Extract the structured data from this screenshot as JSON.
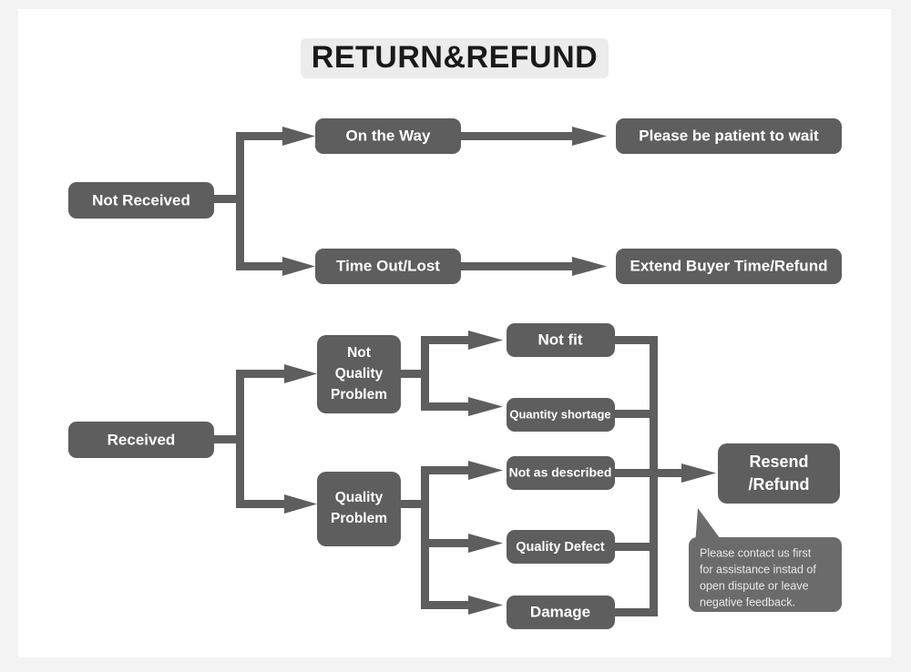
{
  "title": {
    "text": "RETURN&REFUND",
    "background": "#ececec",
    "color": "#1a1a1a"
  },
  "theme": {
    "page_background": "#f3f3f3",
    "canvas_background": "#ffffff",
    "node_fill": "#5e5e5e",
    "connector_color": "#5e5e5e",
    "node_text_color": "#ffffff",
    "callout_fill": "#6b6b6b",
    "callout_text_color": "#e8e8e8"
  },
  "chart_data": {
    "type": "diagram",
    "title": "RETURN&REFUND",
    "diagram_kind": "flowchart",
    "orientation": "left-to-right",
    "branches": [
      {
        "root": "Not Received",
        "children": [
          {
            "label": "On the Way",
            "outcome": "Please be patient to wait"
          },
          {
            "label": "Time Out/Lost",
            "outcome": "Extend Buyer Time/Refund"
          }
        ]
      },
      {
        "root": "Received",
        "children": [
          {
            "label": "Not Quality Problem",
            "reasons": [
              "Not fit",
              "Quantity shortage"
            ],
            "outcome": "Resend /Refund"
          },
          {
            "label": "Quality Problem",
            "reasons": [
              "Not as described",
              "Quality Defect",
              "Damage"
            ],
            "outcome": "Resend /Refund"
          }
        ]
      }
    ],
    "terminal": "Resend /Refund",
    "annotation": "Please contact us first for assistance instad of open dispute or leave negative feedback."
  },
  "nodes": {
    "not_received": "Not Received",
    "on_the_way": "On the Way",
    "please_wait": "Please be patient to wait",
    "time_out_lost": "Time Out/Lost",
    "extend_buyer": "Extend Buyer Time/Refund",
    "received": "Received",
    "not_quality_problem_line1": "Not",
    "not_quality_problem_line2": "Quality",
    "not_quality_problem_line3": "Problem",
    "quality_problem_line1": "Quality",
    "quality_problem_line2": "Problem",
    "not_fit": "Not fit",
    "quantity_shortage": "Quantity shortage",
    "not_as_described": "Not as described",
    "quality_defect": "Quality Defect",
    "damage": "Damage",
    "resend_line1": "Resend",
    "resend_line2": "/Refund"
  },
  "callout": {
    "line1": "Please contact us first",
    "line2": "for assistance instad of",
    "line3": "open dispute or leave",
    "line4": "negative feedback."
  }
}
